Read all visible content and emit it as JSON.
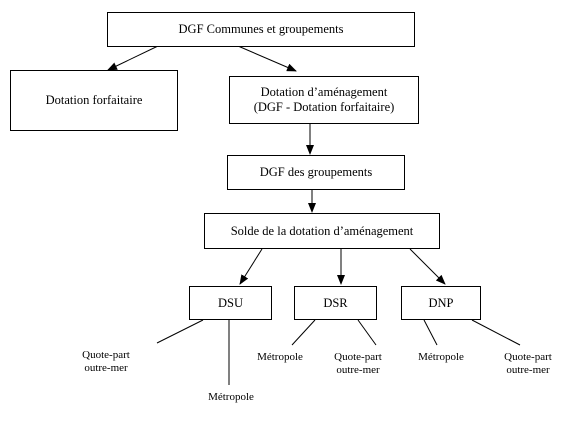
{
  "diagram": {
    "root": "DGF Communes et groupements",
    "forfaitaire": "Dotation forfaitaire",
    "amenagement": {
      "line1": "Dotation d’aménagement",
      "line2": "(DGF - Dotation forfaitaire)"
    },
    "groupements": "DGF des groupements",
    "solde": "Solde de la dotation d’aménagement",
    "dsu": "DSU",
    "dsr": "DSR",
    "dnp": "DNP",
    "leaves": {
      "dsu_outremer": {
        "line1": "Quote-part",
        "line2": "outre-mer"
      },
      "dsu_metropole": "Métropole",
      "dsr_metropole": "Métropole",
      "dsr_outremer": {
        "line1": "Quote-part",
        "line2": "outre-mer"
      },
      "dnp_metropole": "Métropole",
      "dnp_outremer": {
        "line1": "Quote-part",
        "line2": "outre-mer"
      }
    }
  }
}
